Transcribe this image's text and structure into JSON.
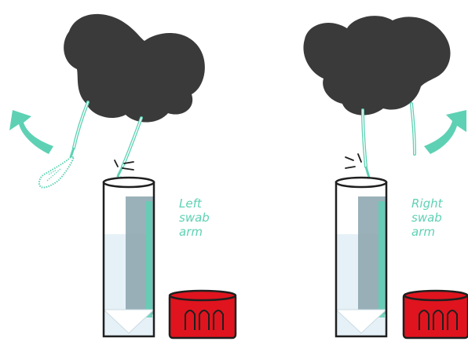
{
  "colors": {
    "blob": "#3a3a3a",
    "accent": "#5ed1b4",
    "accent_dark": "#3fae92",
    "tube_stroke": "#1f1f1f",
    "liquid": "#e6f1f7",
    "pouch": "#8aa3ad",
    "cap": "#e0141e",
    "cap_stroke": "#1f1f1f"
  },
  "panels": [
    {
      "label_lines": [
        "Left",
        "swab",
        "arm"
      ],
      "arrow_direction": "up-left",
      "icons": [
        "curved-arrow-icon",
        "swab-icon",
        "tube-icon",
        "cap-icon"
      ]
    },
    {
      "label_lines": [
        "Right",
        "swab",
        "arm"
      ],
      "arrow_direction": "up-right",
      "icons": [
        "curved-arrow-icon",
        "swab-icon",
        "tube-icon",
        "cap-icon"
      ]
    }
  ]
}
